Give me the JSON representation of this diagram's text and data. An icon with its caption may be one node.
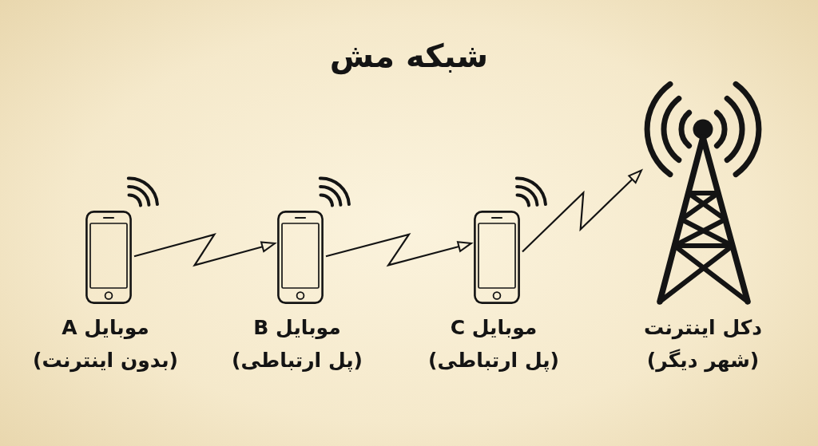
{
  "diagram": {
    "title": "شبکه مش",
    "nodes": [
      {
        "text": [],
        "shape": "picture",
        "beside": [
          "موبایل A",
          "(بدون اینترنت)"
        ]
      },
      {
        "text": [],
        "shape": "picture",
        "beside": [
          "موبایل B",
          "(پل ارتباطی)"
        ]
      },
      {
        "text": [],
        "shape": "picture",
        "beside": [
          "موبایل C",
          "(پل ارتباطی)"
        ]
      },
      {
        "text": [],
        "shape": "picture",
        "beside": [
          "دکل اینترنت",
          "(شهر دیگر)"
        ]
      }
    ],
    "edges": [
      {
        "from": 0,
        "to": 1,
        "arrow": "to"
      },
      {
        "from": 1,
        "to": 2,
        "arrow": "to"
      },
      {
        "from": 2,
        "to": 3,
        "arrow": "to"
      }
    ]
  }
}
